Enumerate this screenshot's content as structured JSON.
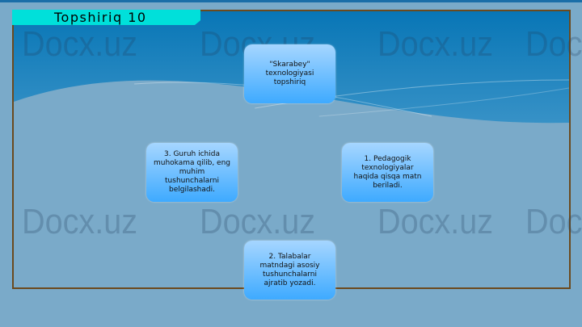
{
  "title": "Topshiriq  10",
  "watermark": "Docx.uz",
  "center": "\"Skarabey\" texnologiyasi topshiriq",
  "steps": [
    "1. Pedagogik texnologiyalar haqida qisqa matn beriladi.",
    "2. Talabalar matndagi asosiy tushunchalarni ajratib yozadi.",
    "3. Guruh ichida muhokama qilib, eng muhim tushunchalarni belgilashadi."
  ]
}
